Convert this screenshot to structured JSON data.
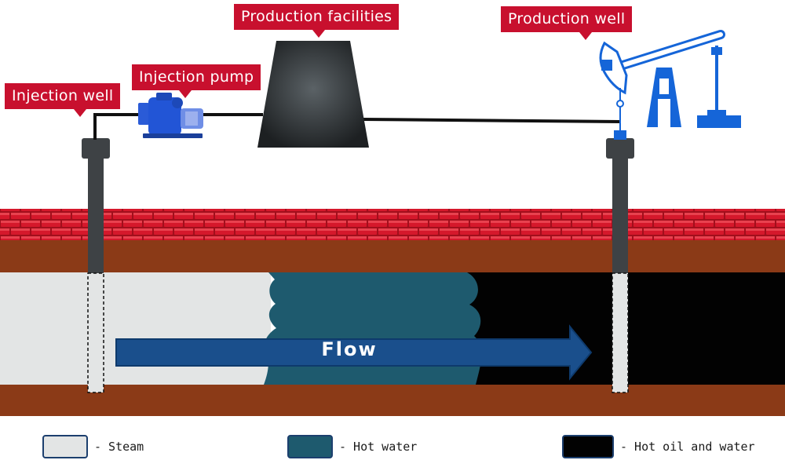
{
  "callouts": {
    "injection_well": "Injection well",
    "injection_pump": "Injection pump",
    "production_facilities": "Production facilities",
    "production_well": "Production well"
  },
  "flow": {
    "label": "Flow"
  },
  "legend": {
    "steam": "- Steam",
    "hot_water": "- Hot water",
    "hot_oil_and_water": "- Hot oil and water"
  },
  "colors": {
    "callout": "#c8102e",
    "steam": "#e3e5e5",
    "hot_water": "#1e5a6e",
    "hot_oil_and_water": "#020202",
    "rock": "#8b3a17",
    "cap_rock": "#d5182b",
    "flow_arrow": "#1a4f8c",
    "well_casing": "#3e4245",
    "equipment": "#2255d6"
  }
}
